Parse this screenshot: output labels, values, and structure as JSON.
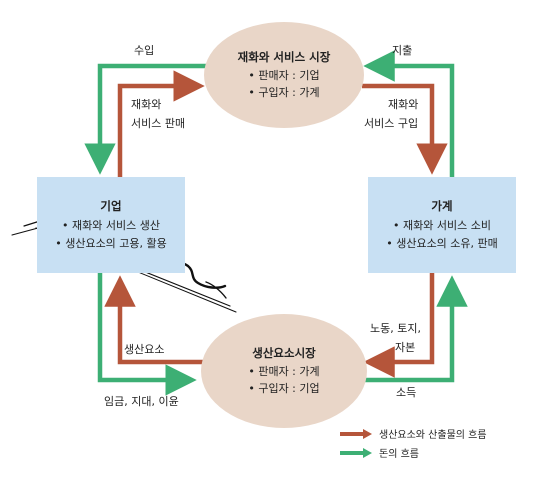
{
  "colors": {
    "goods_flow": "#b5553a",
    "money_flow": "#3daf74",
    "market_fill": "#e9d6c8",
    "actor_fill": "#c8e0f3"
  },
  "goods_market": {
    "title": "재화와 서비스 시장",
    "seller": "• 판매자 : 기업",
    "buyer": "• 구입자 : 가계"
  },
  "factor_market": {
    "title": "생산요소시장",
    "seller": "• 판매자 : 가계",
    "buyer": "• 구입자 : 기업"
  },
  "firm": {
    "title": "기업",
    "line1": "• 재화와 서비스 생산",
    "line2": "• 생산요소의 고용, 활용"
  },
  "household": {
    "title": "가계",
    "line1": "• 재화와 서비스 소비",
    "line2": "• 생산요소의 소유, 판매"
  },
  "labels": {
    "revenue": "수입",
    "spending": "지출",
    "goods_sold_1": "재화와",
    "goods_sold_2": "서비스 판매",
    "goods_bought_1": "재화와",
    "goods_bought_2": "서비스 구입",
    "factors": "생산요소",
    "labor_land_1": "노동, 토지,",
    "labor_land_2": "자본",
    "wages": "임금, 지대, 이윤",
    "income": "소득"
  },
  "legend": {
    "goods_flow": "생산요소와 산출물의 흐름",
    "money_flow": "돈의 흐름"
  }
}
